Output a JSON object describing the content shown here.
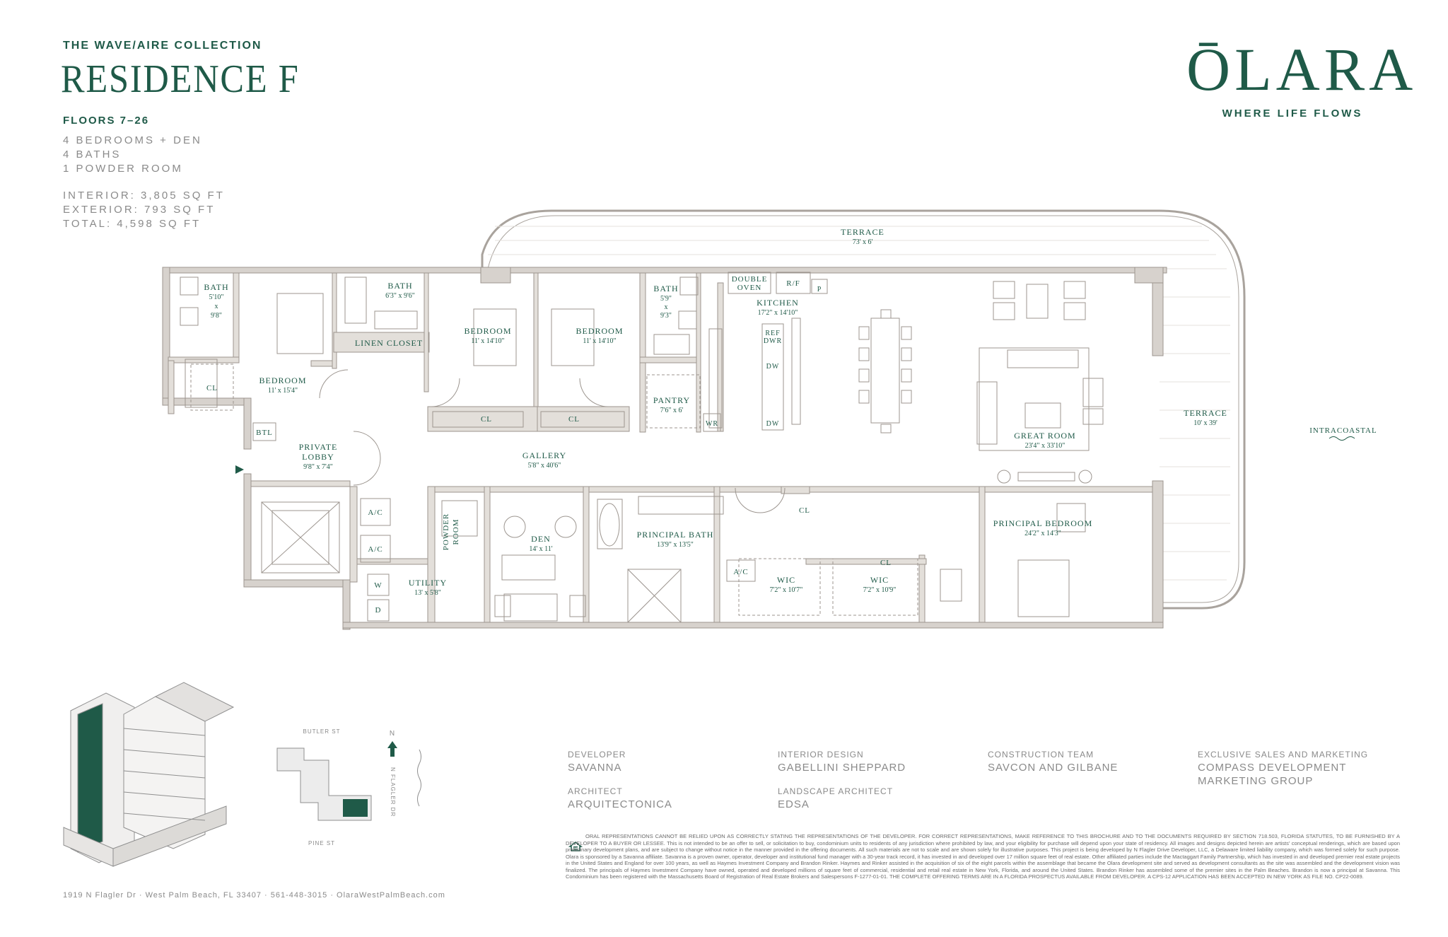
{
  "header": {
    "collection": "THE WAVE/AIRE COLLECTION",
    "title": "RESIDENCE F",
    "floors": "FLOORS 7–26",
    "bedrooms": "4 BEDROOMS + DEN",
    "baths": "4 BATHS",
    "powder": "1 POWDER ROOM",
    "interior": "INTERIOR: 3,805 SQ FT",
    "exterior": "EXTERIOR: 793 SQ FT",
    "total": "TOTAL: 4,598 SQ FT"
  },
  "brand": {
    "logo": "ŌLARA",
    "tagline": "WHERE LIFE FLOWS"
  },
  "colors": {
    "accent": "#1f5a48",
    "wall": "#d7d2cd",
    "line": "#9c958f"
  },
  "rooms": {
    "terrace_top": {
      "name": "TERRACE",
      "dim": "73' x 6'"
    },
    "terrace_right": {
      "name": "TERRACE",
      "dim": "10' x 39'"
    },
    "intracoastal": "INTRACOASTAL",
    "bath1": {
      "name": "BATH",
      "dim1": "5'10\"",
      "dim2": "x",
      "dim3": "9'8\""
    },
    "bath2": {
      "name": "BATH",
      "dim": "6'3\" x 9'6\""
    },
    "bath3": {
      "name": "BATH",
      "dim1": "5'9\"",
      "dim2": "x",
      "dim3": "9'3\""
    },
    "double_oven_1": "DOUBLE",
    "double_oven_2": "OVEN",
    "rf": "R/F",
    "p": "P",
    "kitchen": {
      "name": "KITCHEN",
      "dim": "17'2\" x 14'10\""
    },
    "ref_1": "REF",
    "ref_2": "DWR",
    "dw1": "DW",
    "dw2": "DW",
    "wr": "WR",
    "pantry": {
      "name": "PANTRY",
      "dim": "7'6\" x 6'"
    },
    "linen": "LINEN CLOSET",
    "bedroom1": {
      "name": "BEDROOM",
      "dim": "11' x 15'4\""
    },
    "bedroom2": {
      "name": "BEDROOM",
      "dim": "11' x 14'10\""
    },
    "bedroom3": {
      "name": "BEDROOM",
      "dim": "11' x 14'10\""
    },
    "cl": "CL",
    "btl": "BTL",
    "private_lobby": {
      "name1": "PRIVATE",
      "name2": "LOBBY",
      "dim": "9'8\" x 7'4\""
    },
    "gallery": {
      "name": "GALLERY",
      "dim": "5'8\" x 40'6\""
    },
    "great_room": {
      "name": "GREAT ROOM",
      "dim": "23'4\" x 33'10\""
    },
    "ac": "A/C",
    "powder_1": "POWDER",
    "powder_2": "ROOM",
    "den": {
      "name": "DEN",
      "dim": "14' x 11'"
    },
    "principal_bath": {
      "name": "PRINCIPAL BATH",
      "dim": "13'9\" x 13'5\""
    },
    "principal_bedroom": {
      "name": "PRINCIPAL BEDROOM",
      "dim": "24'2\" x 14'3\""
    },
    "wic1": {
      "name": "WIC",
      "dim": "7'2\" x 10'7\""
    },
    "wic2": {
      "name": "WIC",
      "dim": "7'2\" x 10'9\""
    },
    "utility": {
      "name": "UTILITY",
      "dim": "13' x 5'8\""
    },
    "w": "W",
    "d": "D"
  },
  "sitemap": {
    "butler": "BUTLER ST",
    "pine": "PINE ST",
    "flagler": "N FLAGLER DR",
    "north": "N"
  },
  "credits": {
    "developer_label": "DEVELOPER",
    "developer": "SAVANNA",
    "architect_label": "ARCHITECT",
    "architect": "ARQUITECTONICA",
    "interior_label": "INTERIOR DESIGN",
    "interior": "GABELLINI SHEPPARD",
    "landscape_label": "LANDSCAPE ARCHITECT",
    "landscape": "EDSA",
    "construction_label": "CONSTRUCTION TEAM",
    "construction": "SAVCON AND GILBANE",
    "sales_label": "EXCLUSIVE SALES AND MARKETING",
    "sales_1": "COMPASS DEVELOPMENT",
    "sales_2": "MARKETING GROUP"
  },
  "legal": "ORAL REPRESENTATIONS CANNOT BE RELIED UPON AS CORRECTLY STATING THE REPRESENTATIONS OF THE DEVELOPER. FOR CORRECT REPRESENTATIONS, MAKE REFERENCE TO THIS BROCHURE AND TO THE DOCUMENTS REQUIRED BY SECTION 718.503, FLORIDA STATUTES, TO BE FURNISHED BY A DEVELOPER TO A BUYER OR LESSEE. This is not intended to be an offer to sell, or solicitation to buy, condominium units to residents of any jurisdiction where prohibited by law, and your eligibility for purchase will depend upon your state of residency. All images and designs depicted herein are artists' conceptual renderings, which are based upon preliminary development plans, and are subject to change without notice in the manner provided in the offering documents. All such materials are not to scale and are shown solely for illustrative purposes. This project is being developed by N Flagler Drive Developer, LLC, a Delaware limited liability company, which was formed solely for such purpose. Olara is sponsored by a Savanna affiliate. Savanna is a proven owner, operator, developer and institutional fund manager with a 30-year track record, it has invested in and developed over 17 million square feet of real estate. Other affiliated parties include the Mactaggart Family Partnership, which has invested in and developed premier real estate projects in the United States and England for over 100 years, as well as Haymes Investment Company and Brandon Rinker. Haymes and Rinker assisted in the acquisition of six of the eight parcels within the assemblage that became the Olara development site and served as development consultants as the site was assembled and the development vision was finalized. The principals of Haymes Investment Company have owned, operated and developed millions of square feet of commercial, residential and retail real estate in New York, Florida, and around the United States. Brandon Rinker has assembled some of the premier sites in the Palm Beaches. Brandon is now a principal at Savanna. This Condominium has been registered with the Massachusetts Board of Registration of Real Estate Brokers and Salespersons F-1277-01-01. THE COMPLETE OFFERING TERMS ARE IN A FLORIDA PROSPECTUS AVAILABLE FROM DEVELOPER. A CPS-12 APPLICATION HAS BEEN ACCEPTED IN NEW YORK AS FILE NO. CP22-0089.",
  "footer": "1919 N Flagler Dr  ·  West Palm Beach, FL 33407  ·  561-448-3015  ·  OlaraWestPalmBeach.com"
}
